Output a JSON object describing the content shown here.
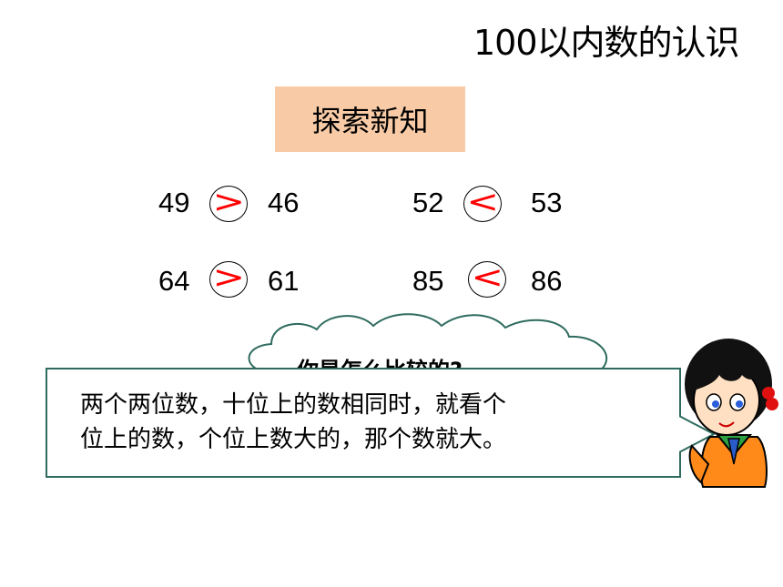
{
  "title": "100以内数的认识",
  "section_tag": "探索新知",
  "comparisons": [
    {
      "left": "49",
      "symbol": ">",
      "right": "46"
    },
    {
      "left": "52",
      "symbol": "<",
      "right": "53"
    },
    {
      "left": "64",
      "symbol": ">",
      "right": "61"
    },
    {
      "left": "85",
      "symbol": "<",
      "right": "86"
    }
  ],
  "thought_bubble": "你是怎么比较的?",
  "answer_lines": [
    "两个两位数，十位上的数相同时，就看个",
    "位上的数，个位上数大的，那个数就大。"
  ],
  "colors": {
    "tag_bg": "#f8cba6",
    "symbol": "#ff0000",
    "box_border": "#2e6b5e"
  }
}
